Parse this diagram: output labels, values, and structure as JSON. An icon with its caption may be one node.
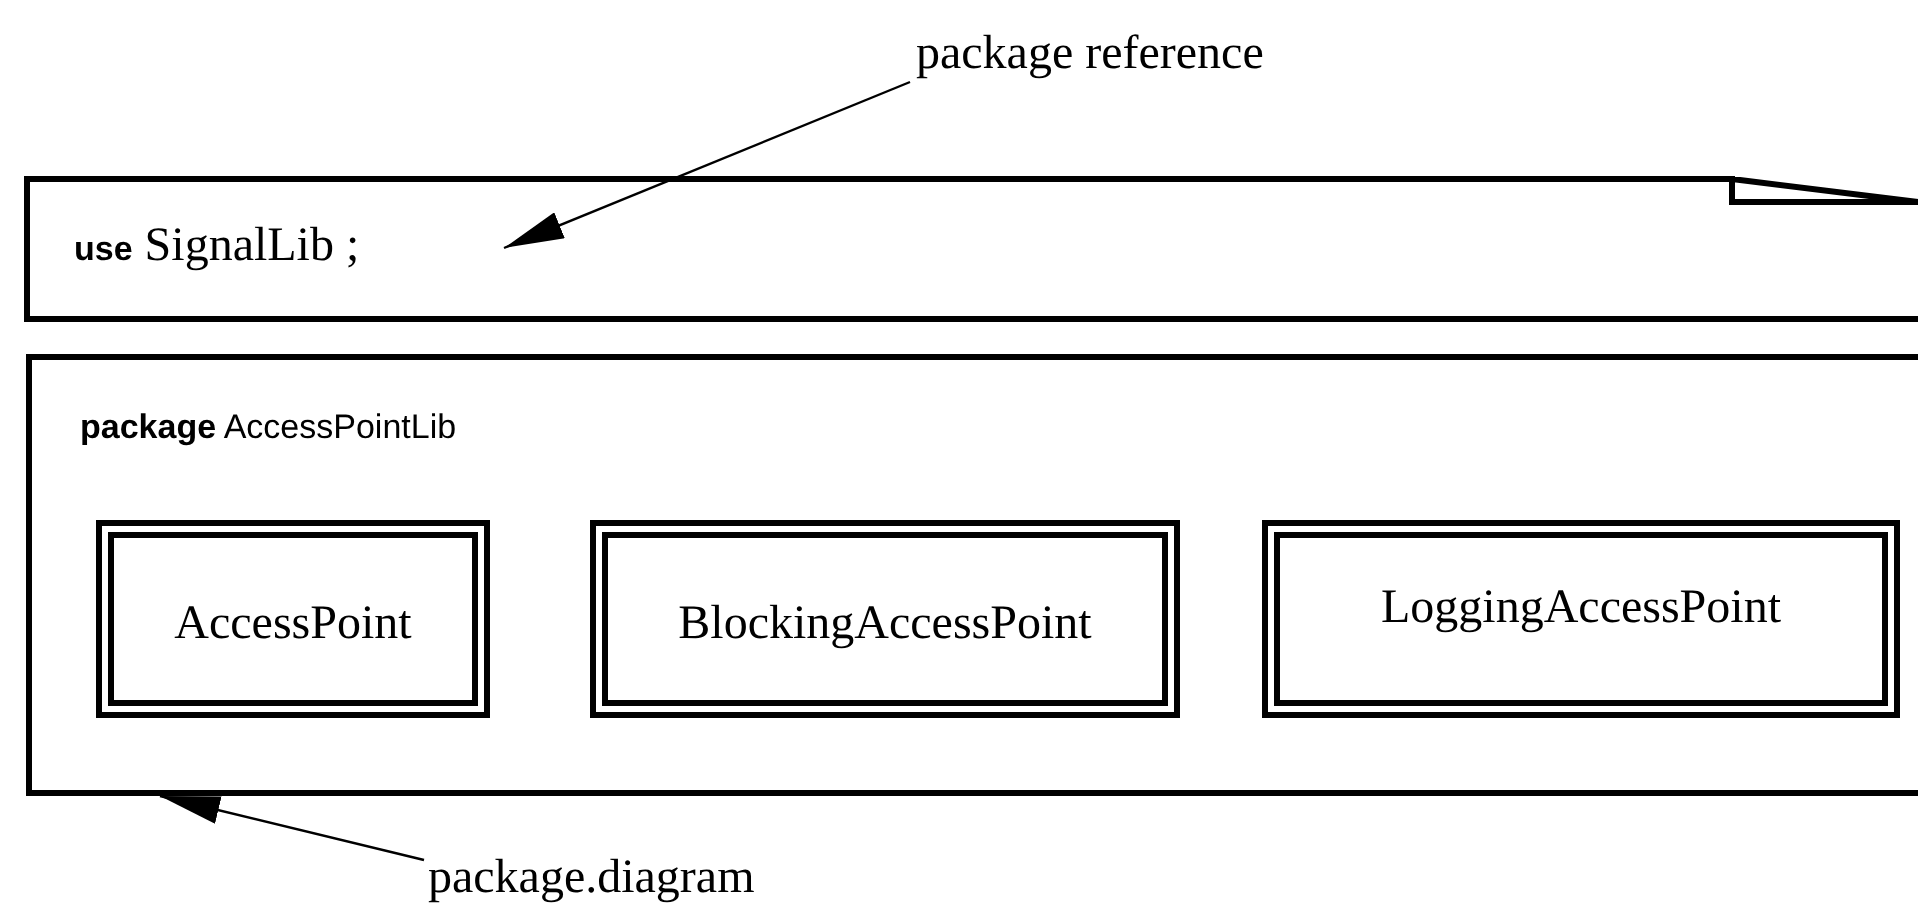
{
  "diagram": {
    "nodes": [
      {
        "text": [
          "package reference"
        ]
      },
      {
        "text": [
          "**use** SignalLib ;"
        ]
      },
      {
        "text": [
          "**package** AccessPointLib"
        ]
      },
      {
        "text": [
          "AccessPoint"
        ],
        "in": 2
      },
      {
        "text": [
          "BlockingAccessPoint"
        ],
        "in": 2
      },
      {
        "text": [
          "LoggingAccessPoint"
        ],
        "in": 2
      },
      {
        "text": [
          "package.diagram"
        ]
      }
    ],
    "edges": [
      {
        "from": 0,
        "to": 1,
        "arrow": "to"
      },
      {
        "from": 6,
        "to": 2,
        "arrow": "to"
      }
    ]
  }
}
